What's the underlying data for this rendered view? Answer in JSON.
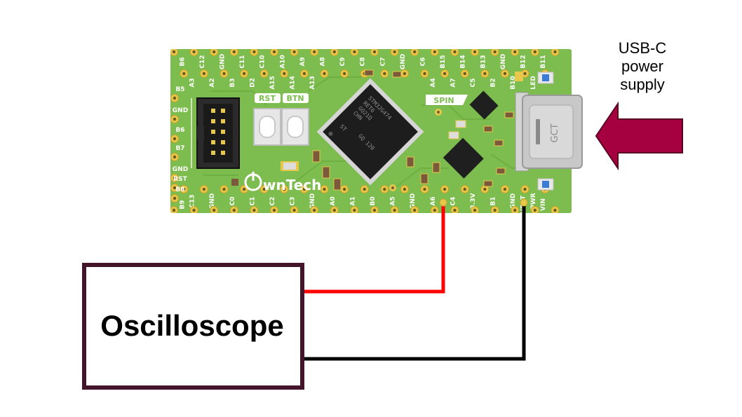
{
  "board": {
    "top_row_outer": [
      "B6",
      "C12",
      "GND",
      "C11",
      "C10",
      "A10",
      "A9",
      "A8",
      "C9",
      "C8",
      "C7",
      "GND",
      "C6",
      "B15",
      "B14",
      "B13",
      "GND",
      "B12",
      "B11"
    ],
    "top_row_inner": [
      "A3",
      "A2",
      "B3",
      "D2",
      "A15",
      "A14",
      "A13",
      "",
      "",
      "",
      "",
      "",
      "A4",
      "A7",
      "C5",
      "B2",
      "B10",
      "LED"
    ],
    "left_labels": [
      "B5",
      "GND",
      "B6",
      "B7",
      "GND",
      "RST",
      "B8"
    ],
    "bottom_row_inner": [
      "C13",
      "GND",
      "C0",
      "C1",
      "C2",
      "C3",
      "GND",
      "A0",
      "A1",
      "B0",
      "A5",
      "GND",
      "A6",
      "C4",
      "3.3V",
      "B1",
      "GND",
      "PWR"
    ],
    "bottom_row_outer": [
      "B9",
      "",
      "",
      "",
      "",
      "",
      "",
      "",
      "",
      "",
      "",
      "",
      "",
      "",
      "",
      "",
      "",
      "VBAT",
      "VIN"
    ],
    "btn_rst": "RST",
    "btn_btn": "BTN",
    "spin": "SPIN",
    "brand": "wnTech",
    "mcu_lines": [
      "STM32G474",
      "RET6",
      "GQ21Q",
      "CHN",
      "GQ 120",
      "ST"
    ],
    "usb_marking": "GCT"
  },
  "usb_label": [
    "USB-C",
    "power",
    "supply"
  ],
  "oscilloscope_label": "Oscilloscope",
  "colors": {
    "board": "#7dbd4f",
    "pad": "#e8c84a",
    "arrow": "#a5003f",
    "probe": "#ff0000",
    "ground": "#000000",
    "box": "#42152b"
  }
}
